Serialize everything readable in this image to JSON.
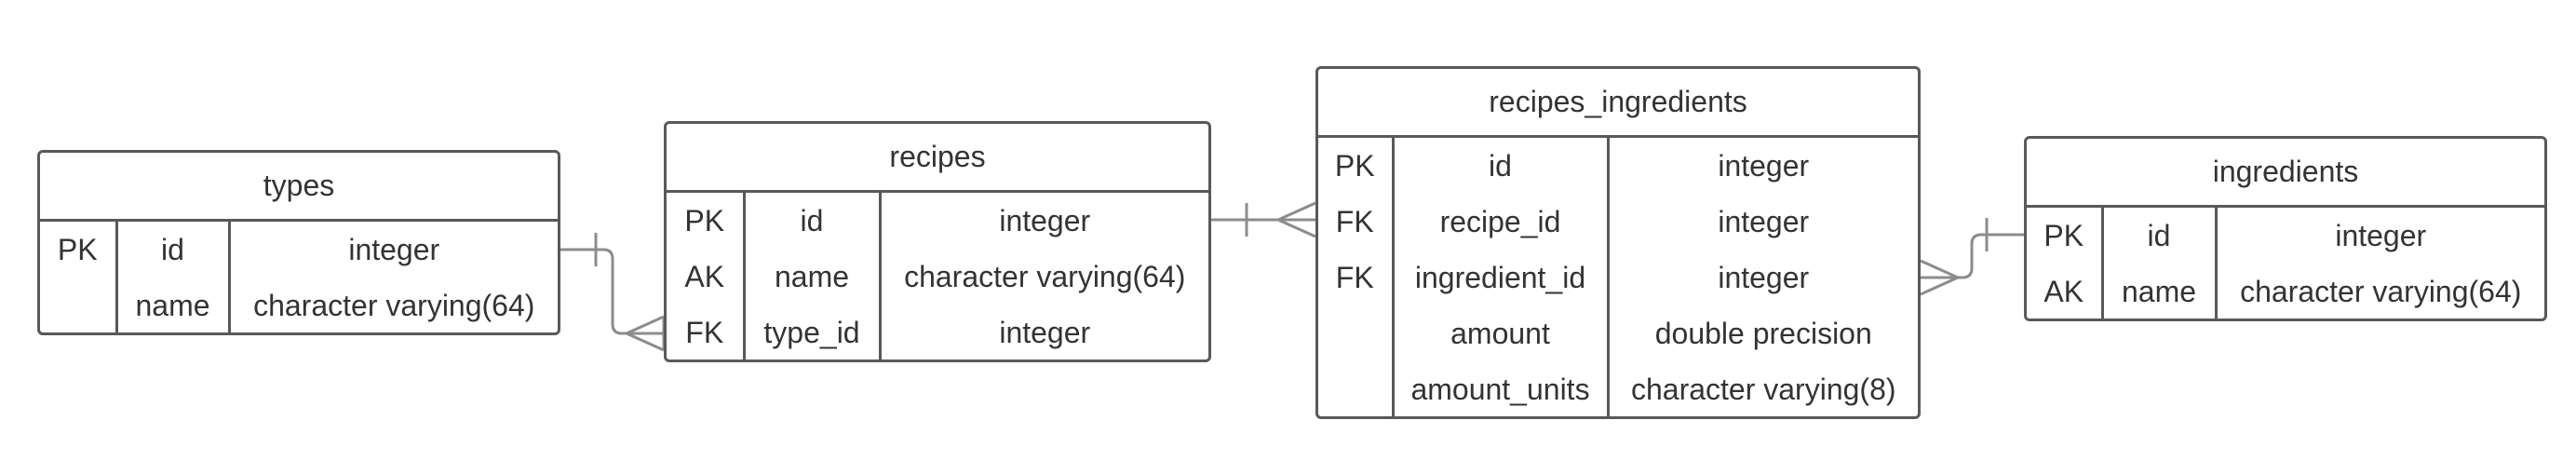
{
  "entities": [
    {
      "name": "types",
      "rows": [
        {
          "key": "PK",
          "field": "id",
          "type": "integer"
        },
        {
          "key": "",
          "field": "name",
          "type": "character varying(64)"
        }
      ]
    },
    {
      "name": "recipes",
      "rows": [
        {
          "key": "PK",
          "field": "id",
          "type": "integer"
        },
        {
          "key": "AK",
          "field": "name",
          "type": "character varying(64)"
        },
        {
          "key": "FK",
          "field": "type_id",
          "type": "integer"
        }
      ]
    },
    {
      "name": "recipes_ingredients",
      "rows": [
        {
          "key": "PK",
          "field": "id",
          "type": "integer"
        },
        {
          "key": "FK",
          "field": "recipe_id",
          "type": "integer"
        },
        {
          "key": "FK",
          "field": "ingredient_id",
          "type": "integer"
        },
        {
          "key": "",
          "field": "amount",
          "type": "double precision"
        },
        {
          "key": "",
          "field": "amount_units",
          "type": "character varying(8)"
        }
      ]
    },
    {
      "name": "ingredients",
      "rows": [
        {
          "key": "PK",
          "field": "id",
          "type": "integer"
        },
        {
          "key": "AK",
          "field": "name",
          "type": "character varying(64)"
        }
      ]
    }
  ],
  "relationships": [
    {
      "from": "types.id",
      "to": "recipes.type_id",
      "from_cardinality": "one",
      "to_cardinality": "many"
    },
    {
      "from": "recipes.id",
      "to": "recipes_ingredients.recipe_id",
      "from_cardinality": "one",
      "to_cardinality": "many"
    },
    {
      "from": "ingredients.id",
      "to": "recipes_ingredients.ingredient_id",
      "from_cardinality": "one",
      "to_cardinality": "many"
    }
  ]
}
